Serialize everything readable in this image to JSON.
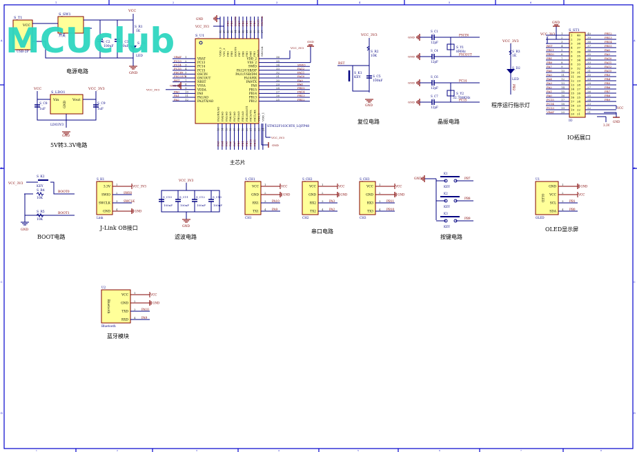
{
  "watermark": "MCUclub",
  "colors": {
    "frame": "#0000cc",
    "wire": "#000080",
    "component_border": "#800000",
    "component_fill": "#ffff99",
    "net_label": "#800000",
    "pin_number": "#333333",
    "power": "#800000",
    "title_text": "#000000",
    "watermark": "#2fd6c0"
  },
  "frame": {
    "top_col_labels": [
      "1",
      "2",
      "3",
      "4",
      "5",
      "6"
    ],
    "bottom_col_labels": [
      "1",
      "2",
      "3",
      "4",
      "5",
      "6",
      "7",
      "8"
    ],
    "row_labels": [
      "A",
      "B",
      "C",
      "D"
    ]
  },
  "power_circuit": {
    "title": "电源电路",
    "t1": {
      "ref": "S_T1",
      "pin_label": "VCC",
      "value": "USB-2P"
    },
    "sw1": {
      "ref": "S_SW1",
      "value": "开关",
      "pins": [
        "2",
        "3",
        "1"
      ]
    },
    "c2": {
      "ref": "S_C2",
      "value": "100uF"
    },
    "c3": {
      "ref": "S_C3",
      "value": "10uF"
    },
    "r1": {
      "ref": "S_R1",
      "value": "1K"
    },
    "d1": {
      "ref": "S_D1",
      "value": "LED"
    },
    "vcc": "VCC",
    "gnd": "GND"
  },
  "ldo_circuit": {
    "title": "5V转3.3V电路",
    "ldo": {
      "ref": "S_LDO1",
      "value": "LDO3V3",
      "pins": {
        "vin": "Vin",
        "vout": "Vout",
        "gnd": "GND"
      },
      "pin_numbers": [
        "3",
        "2",
        "1"
      ]
    },
    "c8": {
      "ref": "S_C8",
      "value": "1uF"
    },
    "c9": {
      "ref": "S_C9",
      "value": "1uF"
    },
    "vcc_in": "VCC",
    "vcc_out": "VCC_3V3",
    "gnd": "GND"
  },
  "main_chip": {
    "title": "主芯片",
    "ref": "S_U1",
    "part": "STM32F103C8T6_LQFP48",
    "left_pins": [
      {
        "num": "1",
        "name": "VBAT",
        "net": "VBAT"
      },
      {
        "num": "2",
        "name": "PC13",
        "net": "PC13"
      },
      {
        "num": "3",
        "name": "PC14",
        "net": "PC14"
      },
      {
        "num": "4",
        "name": "PC15",
        "net": "PC15"
      },
      {
        "num": "5",
        "name": "OSCIN",
        "net": "PSCIN"
      },
      {
        "num": "6",
        "name": "OSCOUT",
        "net": "PSCOUT"
      },
      {
        "num": "7",
        "name": "NRST",
        "net": "RST"
      },
      {
        "num": "8",
        "name": "VSSA",
        "net": "GND"
      },
      {
        "num": "9",
        "name": "VDDA",
        "net": "VCC_3V3"
      },
      {
        "num": "10",
        "name": "PA0",
        "net": "PA0"
      },
      {
        "num": "11",
        "name": "PA1/AO",
        "net": "PA1"
      },
      {
        "num": "12",
        "name": "PA2/TX/AO",
        "net": "PA2"
      }
    ],
    "right_pins": [
      {
        "num": "36",
        "name": "VDD_2",
        "net": "VCC_3V3"
      },
      {
        "num": "35",
        "name": "VSS_2",
        "net": "GND"
      },
      {
        "num": "34",
        "name": "SWIO",
        "net": "SWIO"
      },
      {
        "num": "33",
        "name": "PA12/USB/DP",
        "net": "PA12"
      },
      {
        "num": "32",
        "name": "PA11/USB/DM",
        "net": "PA11"
      },
      {
        "num": "31",
        "name": "PA10/RX",
        "net": "PA10"
      },
      {
        "num": "30",
        "name": "PA9/TX",
        "net": "PA9"
      },
      {
        "num": "29",
        "name": "PA8",
        "net": "PA8"
      },
      {
        "num": "28",
        "name": "PB15",
        "net": "PB15"
      },
      {
        "num": "27",
        "name": "PB14",
        "net": "PB14"
      },
      {
        "num": "26",
        "name": "PB13",
        "net": "PB13"
      },
      {
        "num": "25",
        "name": "PB12",
        "net": "PB12"
      }
    ],
    "top_pins": [
      {
        "num": "48",
        "name": "VDD_3",
        "net": "VCC_3V3"
      },
      {
        "num": "47",
        "name": "VSS_3",
        "net": "GND"
      },
      {
        "num": "46",
        "name": "PB9",
        "net": "PB9"
      },
      {
        "num": "45",
        "name": "PB8",
        "net": "PB8"
      },
      {
        "num": "44",
        "name": "BOOT0",
        "net": "BOOT0"
      },
      {
        "num": "43",
        "name": "PB7",
        "net": "PB7"
      },
      {
        "num": "42",
        "name": "PB6",
        "net": "PB6"
      },
      {
        "num": "41",
        "name": "PB5",
        "net": "PB5"
      },
      {
        "num": "40",
        "name": "PB4",
        "net": "PB4"
      },
      {
        "num": "39",
        "name": "PB3",
        "net": "PB3"
      },
      {
        "num": "38",
        "name": "PA15",
        "net": "PA15"
      },
      {
        "num": "37",
        "name": "SWCLK",
        "net": "SWCLK"
      }
    ],
    "bottom_pins": [
      {
        "num": "13",
        "name": "PA3/RX/AO",
        "net": "PA3"
      },
      {
        "num": "14",
        "name": "PA4/AO",
        "net": "PA4"
      },
      {
        "num": "15",
        "name": "PA5/AO",
        "net": "PA5"
      },
      {
        "num": "16",
        "name": "PA6/AO",
        "net": "PA6"
      },
      {
        "num": "17",
        "name": "PA7/AO",
        "net": "PA7"
      },
      {
        "num": "18",
        "name": "PB0/AO",
        "net": "PB0"
      },
      {
        "num": "19",
        "name": "PB1/AO",
        "net": "PB1"
      },
      {
        "num": "20",
        "name": "PB2/BOOT1",
        "net": "PB2"
      },
      {
        "num": "21",
        "name": "PB10/TX",
        "net": "PB10"
      },
      {
        "num": "22",
        "name": "PB11/RX",
        "net": "PB11"
      },
      {
        "num": "23",
        "name": "VSS_1",
        "net": "GND"
      },
      {
        "num": "24",
        "name": "VDD_1",
        "net": "VCC_3V3"
      }
    ],
    "vcc": "VCC_3V3",
    "gnd": "GND"
  },
  "reset_circuit": {
    "title": "复位电路",
    "vcc": "VCC_3V3",
    "r2": {
      "ref": "S_R2",
      "value": "10K"
    },
    "k1": {
      "ref": "S_K1",
      "value": "KEY"
    },
    "c5": {
      "ref": "S_C5",
      "value": "100nF"
    },
    "net": "RST",
    "gnd": "GND"
  },
  "crystal_circuit": {
    "title": "晶振电路",
    "caps": [
      {
        "ref": "S_C1",
        "value": "12pF",
        "net": "PSCIN"
      },
      {
        "ref": "S_C4",
        "value": "12pF",
        "net": "PSCOUT"
      },
      {
        "ref": "S_C6",
        "value": "12pF",
        "net": "PC14"
      },
      {
        "ref": "S_C7",
        "value": "12pF",
        "net": "PC15"
      }
    ],
    "y1": {
      "ref": "S_Y1",
      "value": "8MHz"
    },
    "y2": {
      "ref": "S_Y2",
      "value": "32.768KHz"
    },
    "gnd": "GND"
  },
  "led_indicator": {
    "title": "程序运行指示灯",
    "vcc": "VCC_3V3",
    "r3": {
      "ref": "S_R3",
      "value": "1K"
    },
    "d2": {
      "ref": "S_D2",
      "value": "LED"
    },
    "net": "PB2"
  },
  "io_header": {
    "title": "IO拓展口",
    "ref": "S_ST1",
    "value": "IO",
    "gnd_top": "GND",
    "vcc_left": "VCC_3V3",
    "left": [
      {
        "num": "1",
        "net": ""
      },
      {
        "num": "2",
        "net": ""
      },
      {
        "num": "3",
        "net": ""
      },
      {
        "num": "4",
        "net": "RST"
      },
      {
        "num": "5",
        "net": "PB11"
      },
      {
        "num": "6",
        "net": "PB10"
      },
      {
        "num": "7",
        "net": "PB1"
      },
      {
        "num": "8",
        "net": "PB0"
      },
      {
        "num": "9",
        "net": "PA7"
      },
      {
        "num": "10",
        "net": "PA6"
      },
      {
        "num": "11",
        "net": "PA5"
      },
      {
        "num": "12",
        "net": "PA4"
      },
      {
        "num": "13",
        "net": "PA3"
      },
      {
        "num": "14",
        "net": "PA2"
      },
      {
        "num": "15",
        "net": "PA1"
      },
      {
        "num": "16",
        "net": "PA0"
      },
      {
        "num": "17",
        "net": "PC15"
      },
      {
        "num": "18",
        "net": "PC14"
      },
      {
        "num": "19",
        "net": "PC13"
      },
      {
        "num": "20",
        "net": "VBAT"
      }
    ],
    "right": [
      {
        "num": "40",
        "net": "PB12"
      },
      {
        "num": "39",
        "net": "PB13"
      },
      {
        "num": "38",
        "net": "PB14"
      },
      {
        "num": "37",
        "net": "PB15"
      },
      {
        "num": "36",
        "net": "PA8"
      },
      {
        "num": "35",
        "net": "PA9"
      },
      {
        "num": "34",
        "net": "PA10"
      },
      {
        "num": "33",
        "net": "PA11"
      },
      {
        "num": "32",
        "net": "PA12"
      },
      {
        "num": "31",
        "net": "PA15"
      },
      {
        "num": "30",
        "net": "PB3"
      },
      {
        "num": "29",
        "net": "PB4"
      },
      {
        "num": "28",
        "net": "PB5"
      },
      {
        "num": "27",
        "net": "PB6"
      },
      {
        "num": "26",
        "net": "PB7"
      },
      {
        "num": "25",
        "net": "PB8"
      },
      {
        "num": "24",
        "net": "PB9"
      },
      {
        "num": "23",
        "net": "VCC"
      },
      {
        "num": "22",
        "net": "GND"
      },
      {
        "num": "21",
        "net": "3.3V"
      }
    ]
  },
  "boot_circuit": {
    "title": "BOOT电路",
    "vcc": "VCC_3V3",
    "k2": {
      "ref": "S_K2",
      "value": "KEY"
    },
    "r4": {
      "ref": "S_R4",
      "value": "10K",
      "net": "BOOT0"
    },
    "r5": {
      "ref": "S_R5",
      "value": "10K",
      "net": "BOOT1"
    },
    "gnd": "GND"
  },
  "jlink": {
    "title": "J-Link OB接口",
    "ref": "S_H1",
    "value": "Link",
    "pins": [
      {
        "num": "1",
        "name": "3.3V",
        "net": "VCC_3V3"
      },
      {
        "num": "2",
        "name": "SWIO",
        "net": "SWIO"
      },
      {
        "num": "3",
        "name": "SWCLK",
        "net": "SWCLK"
      },
      {
        "num": "4",
        "name": "GND",
        "net": "GND"
      }
    ]
  },
  "filter_circuit": {
    "title": "滤波电路",
    "vcc": "VCC_3V3",
    "caps": [
      {
        "ref": "S_C10",
        "value": "100nF"
      },
      {
        "ref": "S_C11",
        "value": "100nF"
      },
      {
        "ref": "S_C12",
        "value": "100nF"
      },
      {
        "ref": "S_C13",
        "value": "100nF"
      }
    ],
    "gnd": "GND"
  },
  "serial_circuit": {
    "title": "串口电路",
    "ports": [
      {
        "ref": "S_CH1",
        "value": "CH1",
        "pins": [
          {
            "num": "1",
            "name": "VCC",
            "net": "VCC"
          },
          {
            "num": "2",
            "name": "GND",
            "net": "GND"
          },
          {
            "num": "3",
            "name": "RX1",
            "net": "PA10"
          },
          {
            "num": "4",
            "name": "TX1",
            "net": "PA9"
          }
        ]
      },
      {
        "ref": "S_CH2",
        "value": "CH2",
        "pins": [
          {
            "num": "1",
            "name": "VCC",
            "net": "VCC"
          },
          {
            "num": "2",
            "name": "GND",
            "net": "GND"
          },
          {
            "num": "3",
            "name": "RX2",
            "net": "PA3"
          },
          {
            "num": "4",
            "name": "TX2",
            "net": "PA2"
          }
        ]
      },
      {
        "ref": "S_CH3",
        "value": "CH3",
        "pins": [
          {
            "num": "1",
            "name": "VCC",
            "net": "VCC"
          },
          {
            "num": "2",
            "name": "GND",
            "net": "GND"
          },
          {
            "num": "3",
            "name": "RX3",
            "net": "PB11"
          },
          {
            "num": "4",
            "name": "TX3",
            "net": "PB10"
          }
        ]
      }
    ]
  },
  "key_circuit": {
    "title": "按键电路",
    "gnd": "GND",
    "keys": [
      {
        "ref": "K1",
        "value": "KEY",
        "net": "PB7"
      },
      {
        "ref": "K2",
        "value": "KEY",
        "net": "PB8"
      },
      {
        "ref": "K3",
        "value": "KEY",
        "net": "PB9"
      }
    ]
  },
  "oled": {
    "title": "OLED显示屏",
    "ref": "U1",
    "value": "OLED",
    "body_label": "OLED",
    "pins": [
      {
        "num": "1",
        "name": "GND",
        "net": "GND"
      },
      {
        "num": "2",
        "name": "VCC",
        "net": "VCC"
      },
      {
        "num": "3",
        "name": "SCL",
        "net": "PB1"
      },
      {
        "num": "4",
        "name": "SDA",
        "net": "PB0"
      }
    ]
  },
  "bluetooth": {
    "title": "蓝牙模块",
    "ref": "U2",
    "value": "Bluetooth",
    "body_label": "Bluetooth",
    "pins": [
      {
        "num": "1",
        "name": "VCC",
        "net": "VCC"
      },
      {
        "num": "2",
        "name": "GND",
        "net": "GND"
      },
      {
        "num": "3",
        "name": "TXD",
        "net": "PA10"
      },
      {
        "num": "4",
        "name": "RXD",
        "net": "PA9"
      }
    ]
  }
}
